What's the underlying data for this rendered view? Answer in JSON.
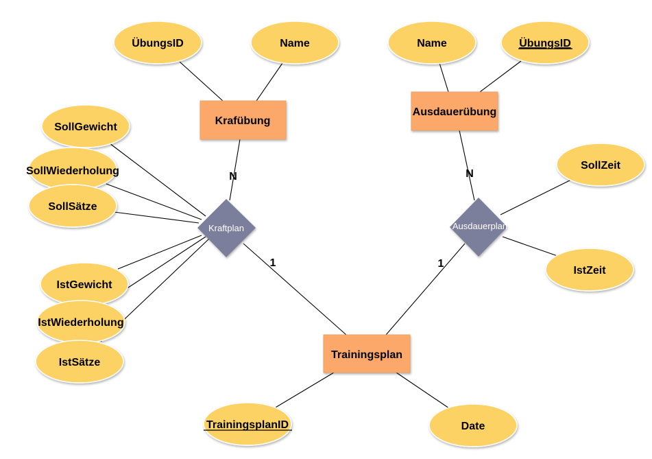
{
  "colors": {
    "attribute_fill": "#fdd265",
    "entity_fill": "#fba86a",
    "relationship_fill": "#7b7f9c",
    "line": "#000000"
  },
  "entities": {
    "kraftuebung": "Krafübung",
    "ausdauerubung": "Ausdauerübung",
    "trainingsplan": "Trainingsplan"
  },
  "relationships": {
    "kraftplan": "Kraftplan",
    "ausdauerplan": "Ausdauerplan"
  },
  "attributes": {
    "kraft_uebungsid": "ÜbungsID",
    "kraft_name": "Name",
    "ausdauer_name": "Name",
    "ausdauer_uebungsid": "ÜbungsID",
    "sollgewicht": "SollGewicht",
    "sollwiederholung": "SollWiederholung",
    "sollsaetze": "SollSätze",
    "istgewicht": "IstGewicht",
    "istwiederholung": "IstWiederholung",
    "istsaetze": "IstSätze",
    "sollzeit": "SollZeit",
    "istzeit": "IstZeit",
    "trainingsplanid": "TrainingsplanID",
    "date": "Date"
  },
  "cardinalities": {
    "kraft_n": "N",
    "ausdauer_n": "N",
    "kraft_1": "1",
    "ausdauer_1": "1"
  }
}
